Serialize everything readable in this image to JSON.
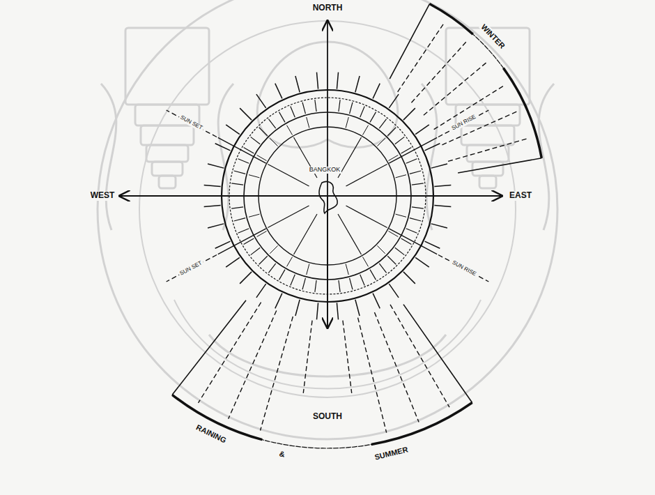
{
  "diagram": {
    "labels": [
      "NORTH",
      "SOUTH",
      "EAST",
      "WEST",
      "WINTER",
      "RAINING",
      "&",
      "SUMMER",
      "BANGKOK",
      "SUN SET",
      "SUN RISE",
      "SUN SET",
      "SUN RISE"
    ]
  }
}
